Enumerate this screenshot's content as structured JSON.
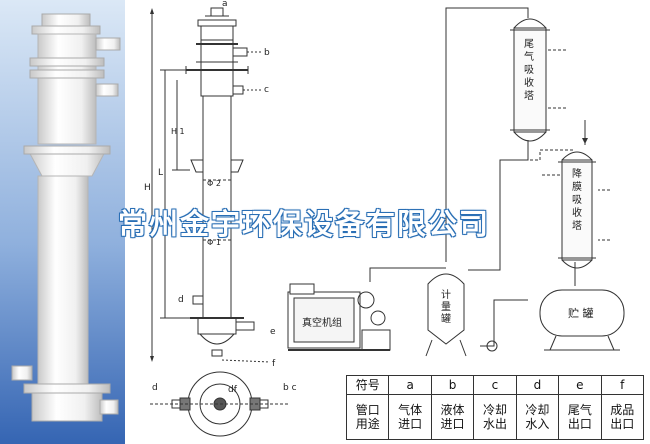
{
  "photo": {
    "bg_top": "#cfe0f3",
    "bg_bottom": "#3b6fb8",
    "tower_color": "#f4f4f4"
  },
  "drawing": {
    "ports": {
      "a": "a",
      "b": "b",
      "c": "c",
      "d": "d",
      "e": "e",
      "f": "f"
    },
    "dims": {
      "H": "H",
      "H1": "H 1",
      "L": "L",
      "phi2": "Φ 2",
      "phi1": "Φ 1"
    },
    "bottom_view": {
      "d": "d",
      "df": "df",
      "bc": "b c"
    }
  },
  "flow": {
    "tail_tower": "尾气吸收塔",
    "film_tower": "降膜吸收塔",
    "vacuum_unit": "真空机组",
    "metering_tank": "计量罐",
    "storage_tank": "贮 罐"
  },
  "watermark": "常州金宇环保设备有限公司",
  "legend": {
    "header": [
      "符号",
      "a",
      "b",
      "c",
      "d",
      "e",
      "f"
    ],
    "use_label": [
      "管口",
      "用途"
    ],
    "uses": [
      [
        "气体",
        "进口"
      ],
      [
        "液体",
        "进口"
      ],
      [
        "冷却",
        "水出"
      ],
      [
        "冷却",
        "水入"
      ],
      [
        "尾气",
        "出口"
      ],
      [
        "成品",
        "出口"
      ]
    ]
  }
}
